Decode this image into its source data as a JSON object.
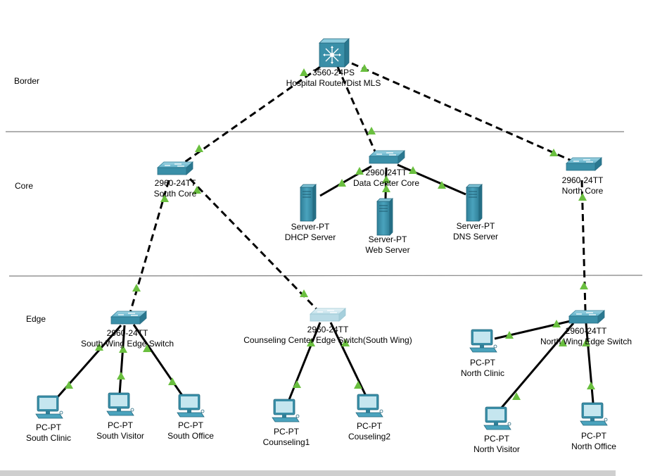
{
  "zones": {
    "border": "Border",
    "core": "Core",
    "edge": "Edge"
  },
  "devices": {
    "mls": {
      "model": "3560-24PS",
      "name": "Hospital Router/Dist MLS"
    },
    "south_core": {
      "model": "2960-24TT",
      "name": "South Core"
    },
    "dc_core": {
      "model": "2960-24TT",
      "name": "Data Center Core"
    },
    "north_core": {
      "model": "2960-24TT",
      "name": "North Core"
    },
    "dhcp": {
      "model": "Server-PT",
      "name": "DHCP Server"
    },
    "web": {
      "model": "Server-PT",
      "name": "Web Server"
    },
    "dns": {
      "model": "Server-PT",
      "name": "DNS Server"
    },
    "south_edge": {
      "model": "2960-24TT",
      "name": "South Wing Edge Switch"
    },
    "counsel_edge": {
      "model": "2960-24TT",
      "name": "Counseling Center Edge Switch(South Wing)"
    },
    "north_edge": {
      "model": "2960-24TT",
      "name": "North Wing Edge Switch"
    },
    "south_clinic": {
      "model": "PC-PT",
      "name": "South Clinic"
    },
    "south_visitor": {
      "model": "PC-PT",
      "name": "South Visitor"
    },
    "south_office": {
      "model": "PC-PT",
      "name": "South Office"
    },
    "counseling1": {
      "model": "PC-PT",
      "name": "Counseling1"
    },
    "couseling2": {
      "model": "PC-PT",
      "name": "Couseling2"
    },
    "north_clinic": {
      "model": "PC-PT",
      "name": "North Clinic"
    },
    "north_visitor": {
      "model": "PC-PT",
      "name": "North Visitor"
    },
    "north_office": {
      "model": "PC-PT",
      "name": "North Office"
    }
  },
  "colors": {
    "device": "#3a8fa8",
    "link_up": "#6abf3f",
    "line": "#000000",
    "divider": "#808080"
  }
}
